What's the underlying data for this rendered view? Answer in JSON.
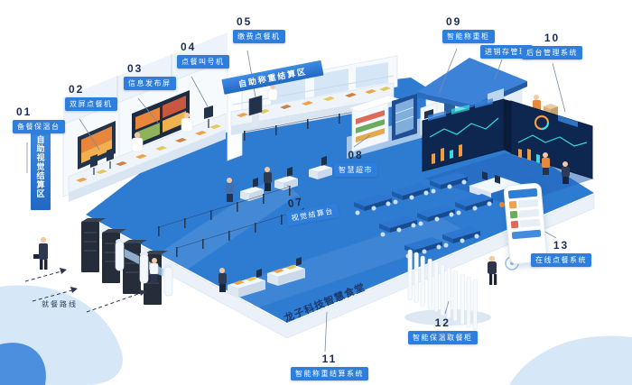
{
  "colors": {
    "accent_blue": "#2e7edd",
    "navy_text": "#1b2d52",
    "floor_blue": "#2e7cd2",
    "dashboard_navy": "#0d2750",
    "highlight_orange": "#f29b3f",
    "highlight_teal": "#35dbe2"
  },
  "floor_title": "龙子科技智慧食堂",
  "zones": {
    "visual_zone_banner": "自助视觉结算区",
    "weighing_zone_banner": "自助称重结算区",
    "route_label": "就餐路线"
  },
  "callouts": [
    {
      "num": "01",
      "label": "备餐保温台"
    },
    {
      "num": "02",
      "label": "双屏点餐机"
    },
    {
      "num": "03",
      "label": "信息发布屏"
    },
    {
      "num": "04",
      "label": "点餐叫号机"
    },
    {
      "num": "05",
      "label": "缴费点餐机"
    },
    {
      "num": "07",
      "label": "视觉结算台"
    },
    {
      "num": "08",
      "label": "智慧超市"
    },
    {
      "num": "09",
      "label": "智能称重柜"
    },
    {
      "num": "",
      "label": "进销存管理"
    },
    {
      "num": "10",
      "label": "后台管理系统"
    },
    {
      "num": "11",
      "label": "智能称重结算系统"
    },
    {
      "num": "12",
      "label": "智能保温取餐柜"
    },
    {
      "num": "13",
      "label": "在线点餐系统"
    }
  ]
}
